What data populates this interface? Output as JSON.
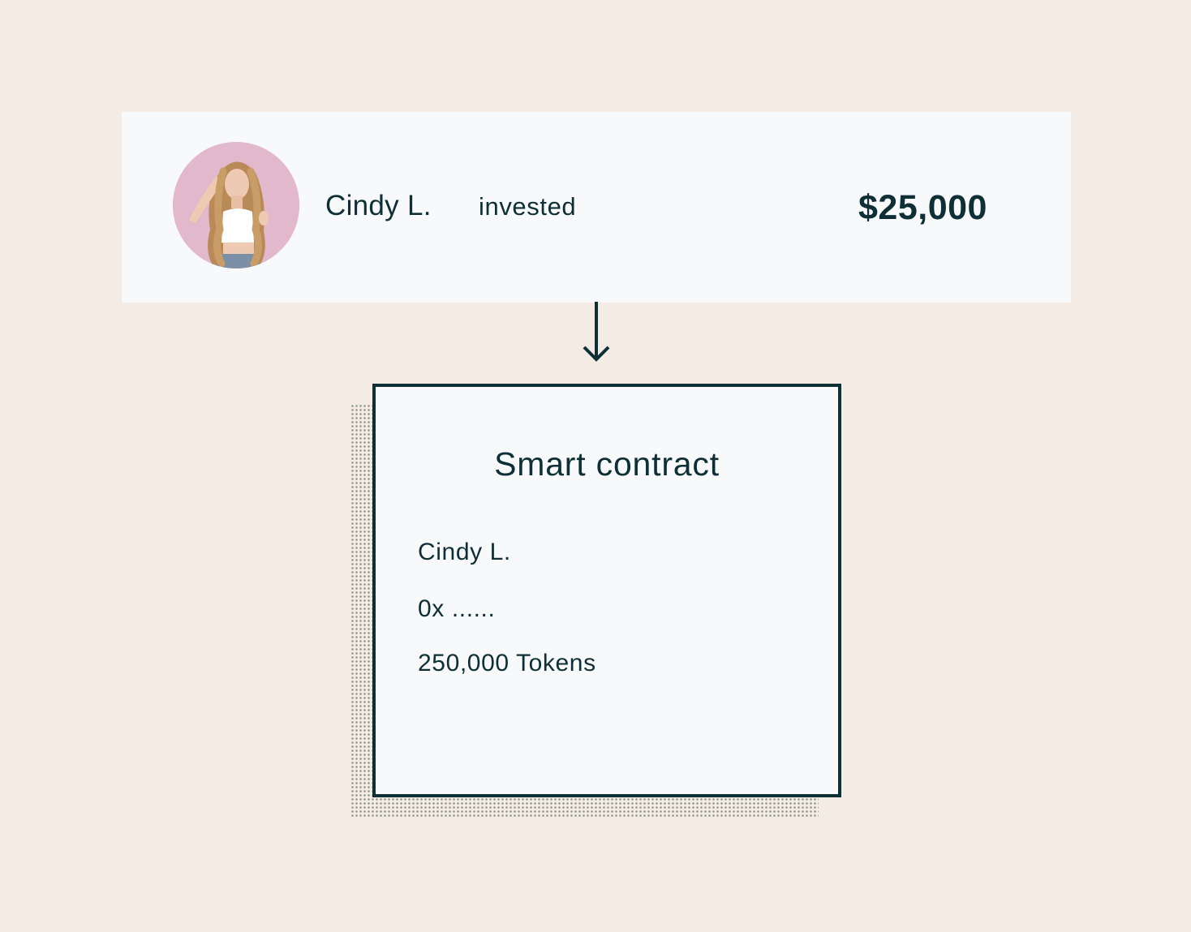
{
  "investment": {
    "investor_name": "Cindy L.",
    "action": "invested",
    "amount": "$25,000"
  },
  "contract": {
    "title": "Smart contract",
    "holder_name": "Cindy L.",
    "wallet_address": "0x ......",
    "tokens": "250,000 Tokens"
  },
  "colors": {
    "background": "#f3ebe4",
    "card": "#f8f9fb",
    "ink": "#0d2f35",
    "avatar_background": "#e2b8cc"
  },
  "icons": {
    "flow_arrow": "arrow-down-icon",
    "avatar": "user-avatar-photo"
  }
}
